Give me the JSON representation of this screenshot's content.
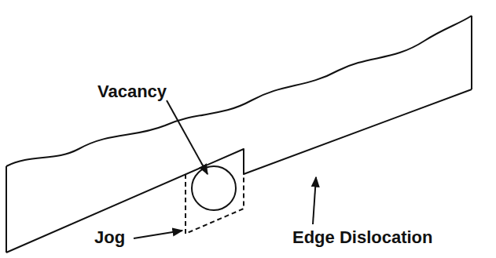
{
  "diagram": {
    "labels": [
      "Vacancy",
      "Jog",
      "Edge Dislocation"
    ]
  }
}
